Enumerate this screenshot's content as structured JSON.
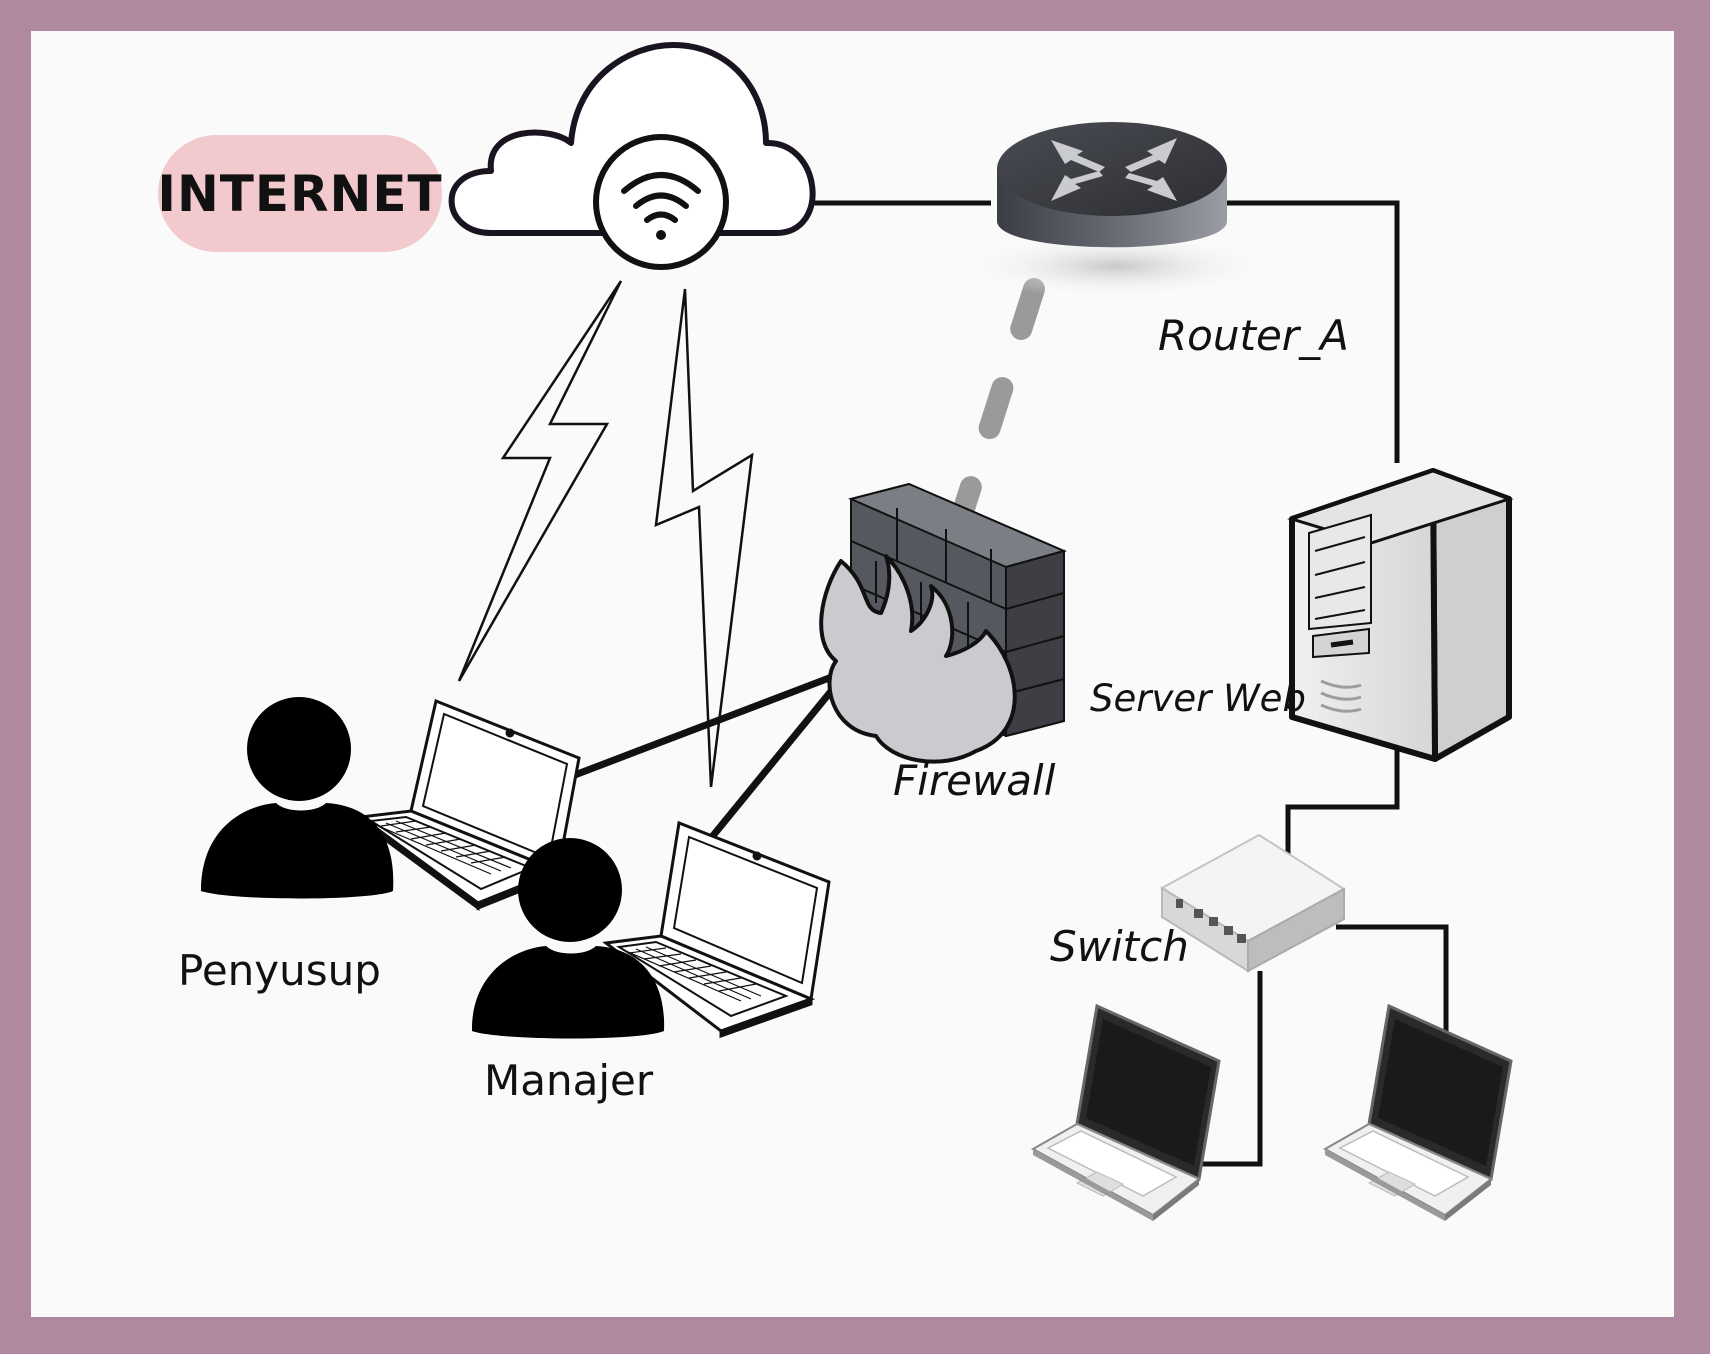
{
  "diagram": {
    "internet_label": "INTERNET",
    "router_label": "Router_A",
    "server_label": "Server Web",
    "firewall_label": "Firewall",
    "switch_label": "Switch",
    "intruder_label": "Penyusup",
    "manager_label": "Manajer"
  },
  "colors": {
    "frame": "#b0889f",
    "background": "#fafafa",
    "internet_pill": "#f2c9cd",
    "wireless_link_dashed": "#9a9a9a"
  }
}
